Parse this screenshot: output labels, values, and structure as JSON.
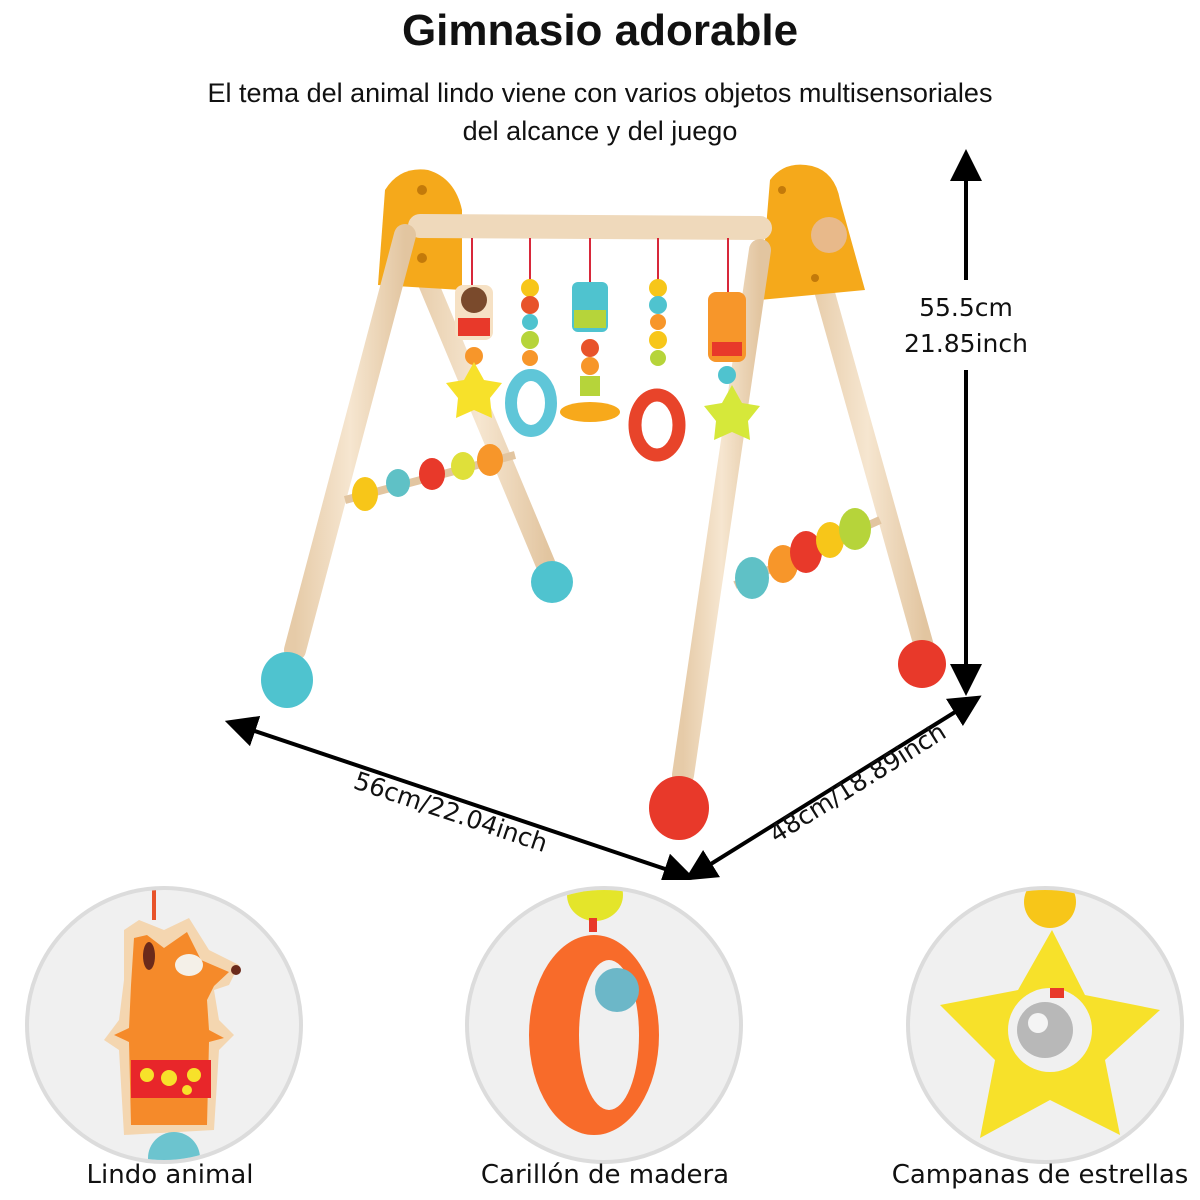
{
  "header": {
    "title": "Gimnasio adorable",
    "subtitle_line1": "El tema del animal lindo viene con varios objetos multisensoriales",
    "subtitle_line2": "del alcance y del juego"
  },
  "product": {
    "name": "wooden-baby-play-gym",
    "hanging_toys": [
      "bear",
      "bead-strand-ring",
      "owl",
      "bead-strand-ring",
      "fox"
    ],
    "colors": {
      "frame_wood": "#f1dcc0",
      "side_panels": "#f5a91b",
      "turquoise": "#4fc3cf",
      "red": "#e8392a",
      "yellow": "#f7e12a",
      "orange": "#f7962a",
      "green": "#b6d43a"
    }
  },
  "dimensions": {
    "height_cm": "55.5cm",
    "height_in": "21.85inch",
    "width_label": "56cm/22.04inch",
    "depth_label": "48cm/18.89inch"
  },
  "features": [
    {
      "label": "Lindo animal",
      "icon": "fox-toy-icon"
    },
    {
      "label": "Carillón de madera",
      "icon": "wooden-ring-chime-icon"
    },
    {
      "label": "Campanas de estrellas",
      "icon": "star-bell-icon"
    }
  ]
}
